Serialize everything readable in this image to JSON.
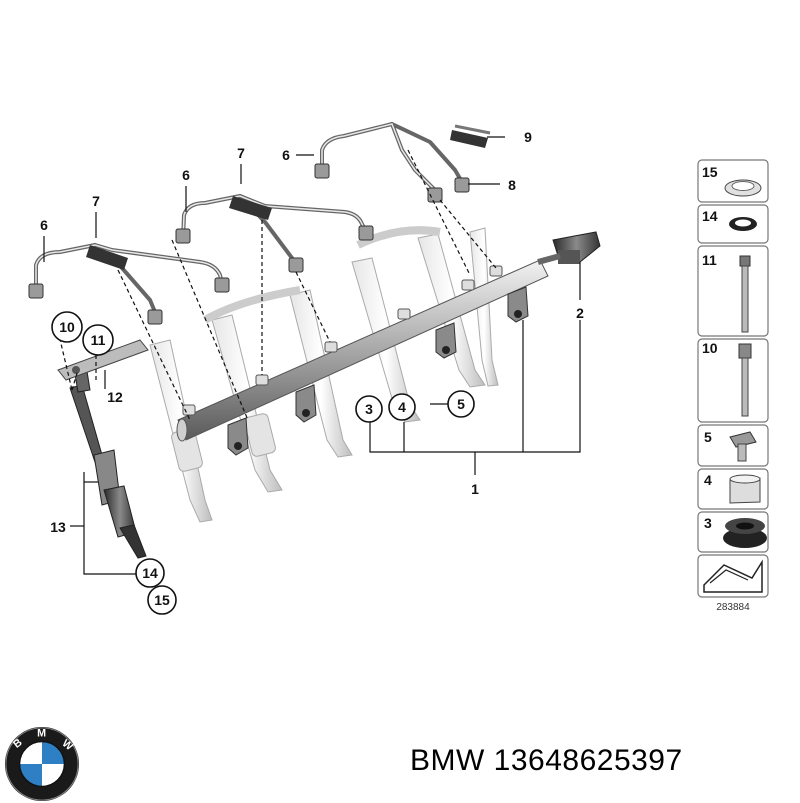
{
  "callouts": {
    "c1": "1",
    "c2": "2",
    "c3": "3",
    "c4": "4",
    "c5": "5",
    "c6a": "6",
    "c6b": "6",
    "c6c": "6",
    "c7a": "7",
    "c7b": "7",
    "c8": "8",
    "c9": "9",
    "c10": "10",
    "c11": "11",
    "c12": "12",
    "c13": "13",
    "c14": "14",
    "c15": "15"
  },
  "legend": {
    "items": [
      {
        "num": "15",
        "part": "sealing-ring"
      },
      {
        "num": "14",
        "part": "o-ring"
      },
      {
        "num": "11",
        "part": "long-bolt"
      },
      {
        "num": "10",
        "part": "bolt"
      },
      {
        "num": "5",
        "part": "collar-screw"
      },
      {
        "num": "4",
        "part": "sleeve"
      },
      {
        "num": "3",
        "part": "rubber-grommet"
      }
    ],
    "diagram_code": "283884"
  },
  "brand": {
    "logo_letters": "BMW",
    "part_number": "BMW 13648625397"
  },
  "colors": {
    "line": "#222222",
    "part_light": "#d9d9d9",
    "part_mid": "#9a9a9a",
    "part_dark": "#4a4a4a",
    "logo_blue": "#2f7fc4"
  }
}
